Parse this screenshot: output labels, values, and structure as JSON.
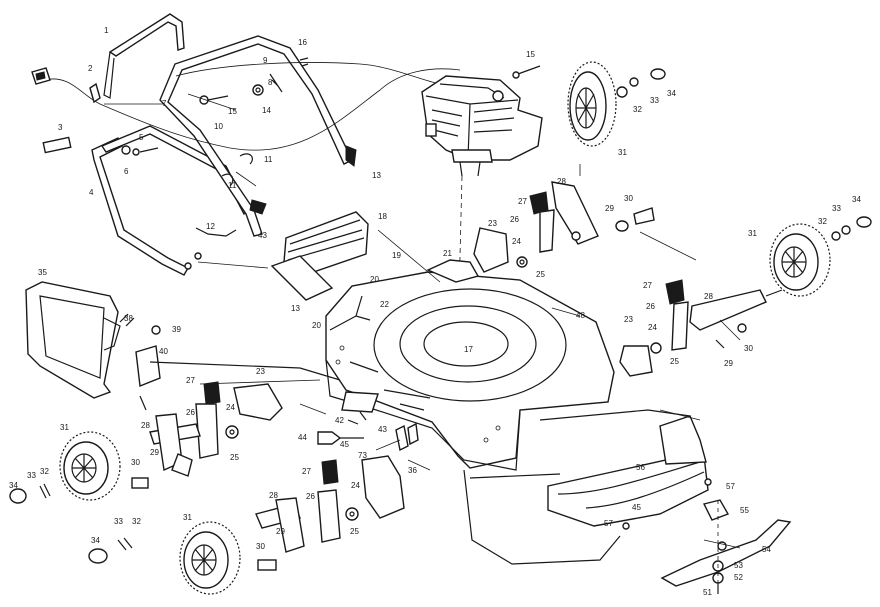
{
  "labels": [
    {
      "id": "c1",
      "text": "1"
    },
    {
      "id": "c2",
      "text": "2"
    },
    {
      "id": "c3",
      "text": "3"
    },
    {
      "id": "c4",
      "text": "4"
    },
    {
      "id": "c5",
      "text": "5"
    },
    {
      "id": "c6",
      "text": "6"
    },
    {
      "id": "c7",
      "text": "7"
    },
    {
      "id": "c8",
      "text": "8"
    },
    {
      "id": "c9",
      "text": "9"
    },
    {
      "id": "c10",
      "text": "10"
    },
    {
      "id": "c11a",
      "text": "11"
    },
    {
      "id": "c11b",
      "text": "11"
    },
    {
      "id": "c12",
      "text": "12"
    },
    {
      "id": "c13a",
      "text": "13"
    },
    {
      "id": "c13b",
      "text": "13"
    },
    {
      "id": "c14",
      "text": "14"
    },
    {
      "id": "c15a",
      "text": "15"
    },
    {
      "id": "c15b",
      "text": "15"
    },
    {
      "id": "c16",
      "text": "16"
    },
    {
      "id": "c17",
      "text": "17"
    },
    {
      "id": "c18",
      "text": "18"
    },
    {
      "id": "c19",
      "text": "19"
    },
    {
      "id": "c20a",
      "text": "20"
    },
    {
      "id": "c20b",
      "text": "20"
    },
    {
      "id": "c21",
      "text": "21"
    },
    {
      "id": "c22",
      "text": "22"
    },
    {
      "id": "c23a",
      "text": "23"
    },
    {
      "id": "c23b",
      "text": "23"
    },
    {
      "id": "c23c",
      "text": "23"
    },
    {
      "id": "c24a",
      "text": "24"
    },
    {
      "id": "c24b",
      "text": "24"
    },
    {
      "id": "c24c",
      "text": "24"
    },
    {
      "id": "c24d",
      "text": "24"
    },
    {
      "id": "c25a",
      "text": "25"
    },
    {
      "id": "c25b",
      "text": "25"
    },
    {
      "id": "c25c",
      "text": "25"
    },
    {
      "id": "c25d",
      "text": "25"
    },
    {
      "id": "c26a",
      "text": "26"
    },
    {
      "id": "c26b",
      "text": "26"
    },
    {
      "id": "c26c",
      "text": "26"
    },
    {
      "id": "c26d",
      "text": "26"
    },
    {
      "id": "c27a",
      "text": "27"
    },
    {
      "id": "c27b",
      "text": "27"
    },
    {
      "id": "c27c",
      "text": "27"
    },
    {
      "id": "c27d",
      "text": "27"
    },
    {
      "id": "c28a",
      "text": "28"
    },
    {
      "id": "c28b",
      "text": "28"
    },
    {
      "id": "c28c",
      "text": "28"
    },
    {
      "id": "c28d",
      "text": "28"
    },
    {
      "id": "c29a",
      "text": "29"
    },
    {
      "id": "c29b",
      "text": "29"
    },
    {
      "id": "c29c",
      "text": "29"
    },
    {
      "id": "c29d",
      "text": "29"
    },
    {
      "id": "c30a",
      "text": "30"
    },
    {
      "id": "c30b",
      "text": "30"
    },
    {
      "id": "c30c",
      "text": "30"
    },
    {
      "id": "c30d",
      "text": "30"
    },
    {
      "id": "c31a",
      "text": "31"
    },
    {
      "id": "c31b",
      "text": "31"
    },
    {
      "id": "c31c",
      "text": "31"
    },
    {
      "id": "c31d",
      "text": "31"
    },
    {
      "id": "c32a",
      "text": "32"
    },
    {
      "id": "c32b",
      "text": "32"
    },
    {
      "id": "c32c",
      "text": "32"
    },
    {
      "id": "c32d",
      "text": "32"
    },
    {
      "id": "c33a",
      "text": "33"
    },
    {
      "id": "c33b",
      "text": "33"
    },
    {
      "id": "c33c",
      "text": "33"
    },
    {
      "id": "c33d",
      "text": "33"
    },
    {
      "id": "c34a",
      "text": "34"
    },
    {
      "id": "c34b",
      "text": "34"
    },
    {
      "id": "c34c",
      "text": "34"
    },
    {
      "id": "c34d",
      "text": "34"
    },
    {
      "id": "c35",
      "text": "35"
    },
    {
      "id": "c36",
      "text": "36"
    },
    {
      "id": "c38",
      "text": "38"
    },
    {
      "id": "c39",
      "text": "39"
    },
    {
      "id": "c40",
      "text": "40"
    },
    {
      "id": "c42",
      "text": "42"
    },
    {
      "id": "c43a",
      "text": "43"
    },
    {
      "id": "c43b",
      "text": "43"
    },
    {
      "id": "c44",
      "text": "44"
    },
    {
      "id": "c45a",
      "text": "45"
    },
    {
      "id": "c45b",
      "text": "45"
    },
    {
      "id": "c48",
      "text": "48"
    },
    {
      "id": "c51",
      "text": "51"
    },
    {
      "id": "c52",
      "text": "52"
    },
    {
      "id": "c53",
      "text": "53"
    },
    {
      "id": "c54",
      "text": "54"
    },
    {
      "id": "c55",
      "text": "55"
    },
    {
      "id": "c56",
      "text": "56"
    },
    {
      "id": "c57a",
      "text": "57"
    },
    {
      "id": "c57b",
      "text": "57"
    },
    {
      "id": "c73",
      "text": "73"
    }
  ]
}
